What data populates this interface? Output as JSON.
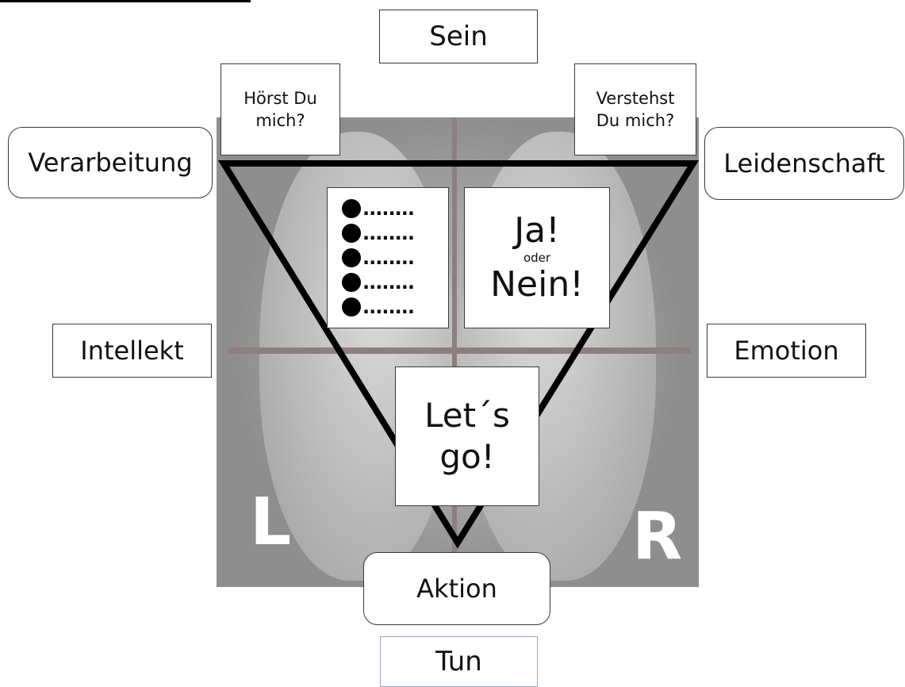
{
  "labels": {
    "top": "Sein",
    "bottom": "Tun",
    "left_upper": "Verarbeitung",
    "right_upper": "Leidenschaft",
    "left_middle": "Intellekt",
    "right_middle": "Emotion",
    "bottom_center": "Aktion",
    "question_left": "Hörst Du\nmich?",
    "question_right": "Verstehst\nDu mich?"
  },
  "hemispheres": {
    "left": "L",
    "right": "R"
  },
  "checklist": {
    "bullet_text": "........",
    "rows": 5
  },
  "decision": {
    "yes": "Ja!",
    "or": "oder",
    "no": "Nein!"
  },
  "action": {
    "text": "Let´s\ngo!"
  },
  "colors": {
    "frame": "#000000",
    "brain_line": "#8d7f7f",
    "letters": "#ffffff"
  }
}
